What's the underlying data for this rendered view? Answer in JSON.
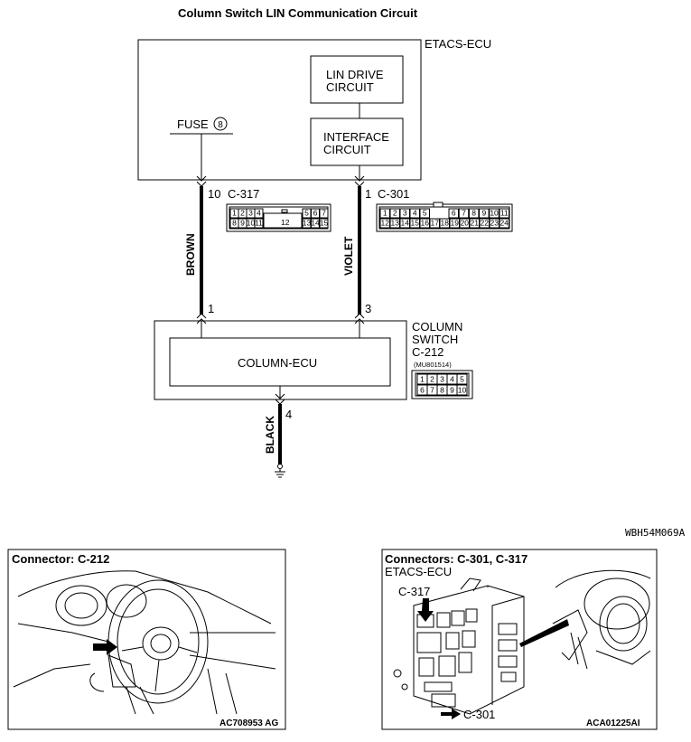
{
  "title": "Column Switch LIN Communication Circuit",
  "etacs": {
    "label": "ETACS-ECU",
    "lin_drive": [
      "LIN DRIVE",
      "CIRCUIT"
    ],
    "interface": [
      "INTERFACE",
      "CIRCUIT"
    ],
    "fuse_label": "FUSE",
    "fuse_number": "8"
  },
  "connector_c317": {
    "pin": "10",
    "name": "C-317",
    "top_pins": [
      "1",
      "2",
      "3",
      "4",
      "5",
      "6",
      "7"
    ],
    "bottom_pins": [
      "8",
      "9",
      "10",
      "11",
      "13",
      "14",
      "15"
    ],
    "center_pin": "12"
  },
  "connector_c301": {
    "pin": "1",
    "name": "C-301",
    "top_pins": [
      "1",
      "2",
      "3",
      "4",
      "5",
      "6",
      "7",
      "8",
      "9",
      "10",
      "11"
    ],
    "bottom_pins": [
      "12",
      "13",
      "14",
      "15",
      "16",
      "17",
      "18",
      "19",
      "20",
      "21",
      "22",
      "23",
      "24"
    ]
  },
  "wires": {
    "brown": "BROWN",
    "violet": "VIOLET",
    "black": "BLACK",
    "brown_bottom_pin": "1",
    "violet_bottom_pin": "3",
    "black_pin": "4"
  },
  "column_switch": {
    "label_lines": [
      "COLUMN",
      "SWITCH",
      "C-212"
    ],
    "part_no": "(MU801514)",
    "ecu_label": "COLUMN-ECU",
    "top_pins": [
      "1",
      "2",
      "3",
      "4",
      "5"
    ],
    "bottom_pins": [
      "6",
      "7",
      "8",
      "9",
      "10"
    ]
  },
  "diagram_code": "WBH54M069A",
  "panel_left": {
    "heading": "Connector: C-212",
    "code": "AC708953 AG"
  },
  "panel_right": {
    "heading": "Connectors: C-301, C-317",
    "subheading": "ETACS-ECU",
    "callout_c317": "C-317",
    "callout_c301": "C-301",
    "code": "ACA01225AI"
  }
}
